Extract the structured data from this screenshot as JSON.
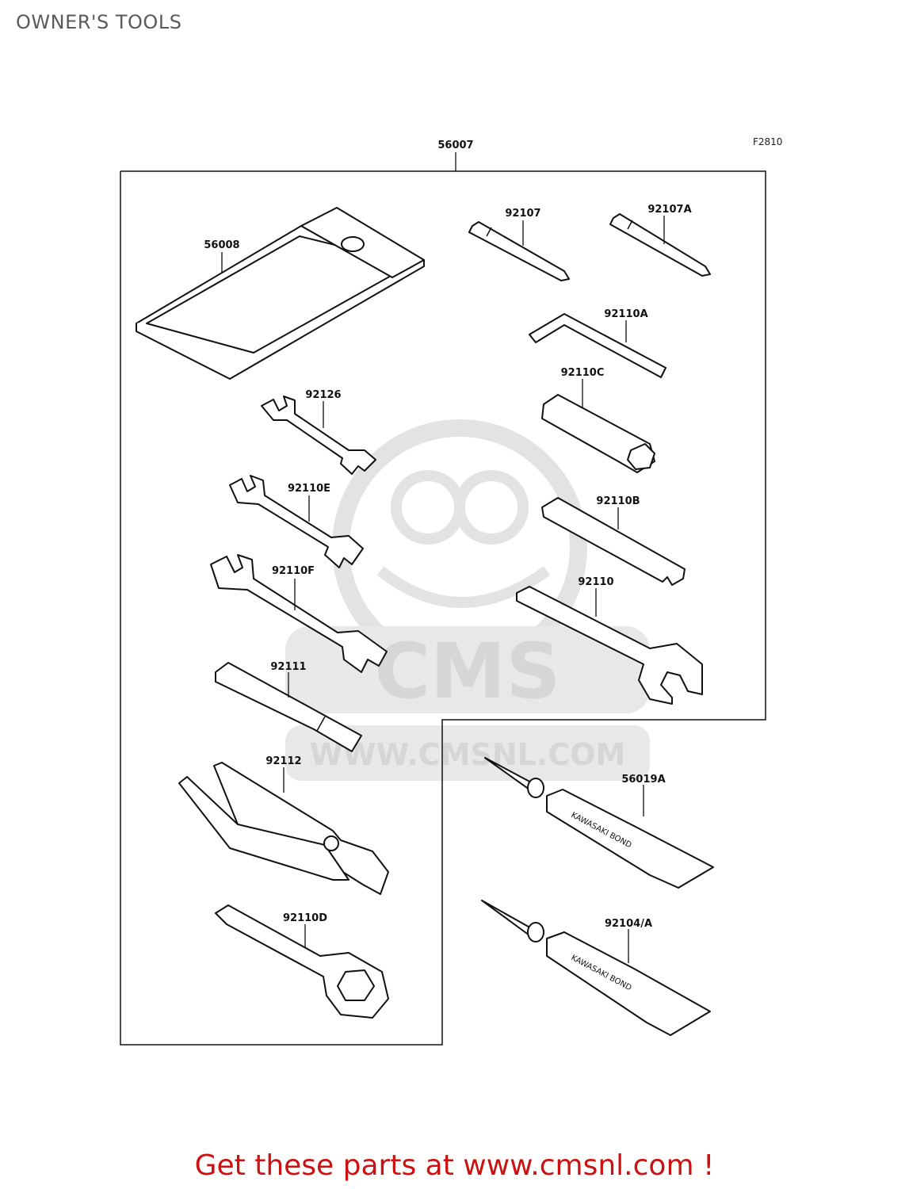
{
  "page": {
    "title": "OWNER'S TOOLS",
    "figure_code": "F2810"
  },
  "parts": {
    "kit": "56007",
    "pouch": "56008",
    "screwdriver_bit": "92107",
    "screwdriver_bit_a": "92107A",
    "hex_key": "92110A",
    "plug_socket": "92110C",
    "wrench_small": "92126",
    "wrench_e": "92110E",
    "spoke_tool": "92110B",
    "wrench_f": "92110F",
    "wrench_large": "92110",
    "handle": "92111",
    "pliers": "92112",
    "ring_wrench": "92110D",
    "bond_a": "56019A",
    "bond_b": "92104/A",
    "tube_text": "KAWASAKI BOND"
  },
  "watermark": {
    "brand": "CMS",
    "site": "WWW.CMSNL.COM"
  },
  "footer": {
    "text": "Get these parts at www.cmsnl.com !"
  }
}
